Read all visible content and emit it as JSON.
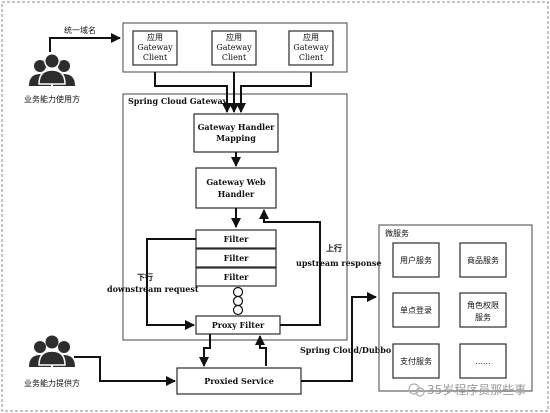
{
  "labels": {
    "unified_domain": "统一域名",
    "consumer": "业务能力使用方",
    "provider": "业务能力提供方",
    "gateway_title": "Spring Cloud Gateway",
    "handler_mapping_1": "Gateway Handler",
    "handler_mapping_2": "Mapping",
    "web_handler_1": "Gateway Web",
    "web_handler_2": "Handler",
    "filter": "Filter",
    "proxy_filter": "Proxy Filter",
    "downstream_1": "下行",
    "downstream_2": "downstream request",
    "upstream_1": "上行",
    "upstream_2": "upstream response",
    "proxied_service": "Proxied Service",
    "spring_cloud_dubbo": "Spring Cloud/Dubbo",
    "microservices_title": "微服务",
    "watermark": "35岁程序员那些事"
  },
  "clients": [
    {
      "line1": "应用",
      "line2": "Gateway",
      "line3": "Client"
    },
    {
      "line1": "应用",
      "line2": "Gateway",
      "line3": "Client"
    },
    {
      "line1": "应用",
      "line2": "Gateway",
      "line3": "Client"
    }
  ],
  "microservices": [
    {
      "line1": "用户服务",
      "line2": ""
    },
    {
      "line1": "商品服务",
      "line2": ""
    },
    {
      "line1": "单点登录",
      "line2": ""
    },
    {
      "line1": "角色权限",
      "line2": "服务"
    },
    {
      "line1": "支付服务",
      "line2": ""
    },
    {
      "line1": "......",
      "line2": ""
    }
  ]
}
